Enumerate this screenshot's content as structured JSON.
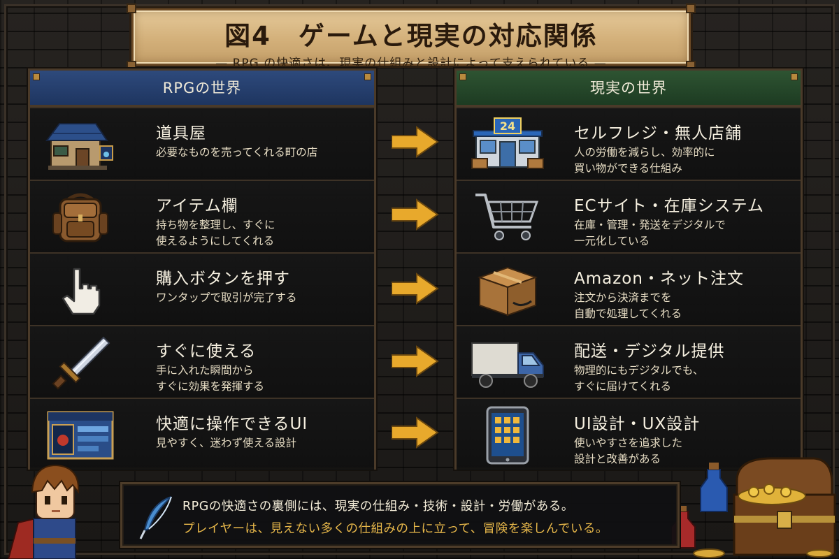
{
  "title": {
    "main": "図4　ゲームと現実の対応関係",
    "subtitle": "— RPG の快適さは、現実の仕組みと設計によって支えられている —"
  },
  "left": {
    "header": "RPGの世界",
    "header_color": "#2e4a7c",
    "items": [
      {
        "title": "道具屋",
        "desc": [
          "必要なものを売ってくれる町の店"
        ],
        "icon": "item-shop-icon"
      },
      {
        "title": "アイテム欄",
        "desc": [
          "持ち物を整理し、すぐに",
          "使えるようにしてくれる"
        ],
        "icon": "backpack-icon"
      },
      {
        "title": "購入ボタンを押す",
        "desc": [
          "ワンタップで取引が完了する"
        ],
        "icon": "pointer-hand-icon"
      },
      {
        "title": "すぐに使える",
        "desc": [
          "手に入れた瞬間から",
          "すぐに効果を発揮する"
        ],
        "icon": "sword-icon"
      },
      {
        "title": "快適に操作できるUI",
        "desc": [
          "見やすく、迷わず使える設計"
        ],
        "icon": "game-menu-window-icon"
      }
    ]
  },
  "right": {
    "header": "現実の世界",
    "header_color": "#2e5432",
    "items": [
      {
        "title": "セルフレジ・無人店舗",
        "desc": [
          "人の労働を減らし、効率的に",
          "買い物ができる仕組み"
        ],
        "icon": "convenience-store-icon",
        "sign": "24"
      },
      {
        "title": "ECサイト・在庫システム",
        "desc": [
          "在庫・管理・発送をデジタルで",
          "一元化している"
        ],
        "icon": "shopping-cart-icon"
      },
      {
        "title": "Amazon・ネット注文",
        "desc": [
          "注文から決済までを",
          "自動で処理してくれる"
        ],
        "icon": "package-box-icon"
      },
      {
        "title": "配送・デジタル提供",
        "desc": [
          "物理的にもデジタルでも、",
          "すぐに届けてくれる"
        ],
        "icon": "delivery-truck-icon"
      },
      {
        "title": "UI設計・UX設計",
        "desc": [
          "使いやすさを追求した",
          "設計と改善がある"
        ],
        "icon": "tablet-icon"
      }
    ]
  },
  "arrow_color": "#e8a92c",
  "note": {
    "line1": "RPGの快適さの裏側には、現実の仕組み・技術・設計・労働がある。",
    "line2": "プレイヤーは、見えない多くの仕組みの上に立って、冒険を楽しんでいる。",
    "line2_color": "#e8b84a"
  }
}
